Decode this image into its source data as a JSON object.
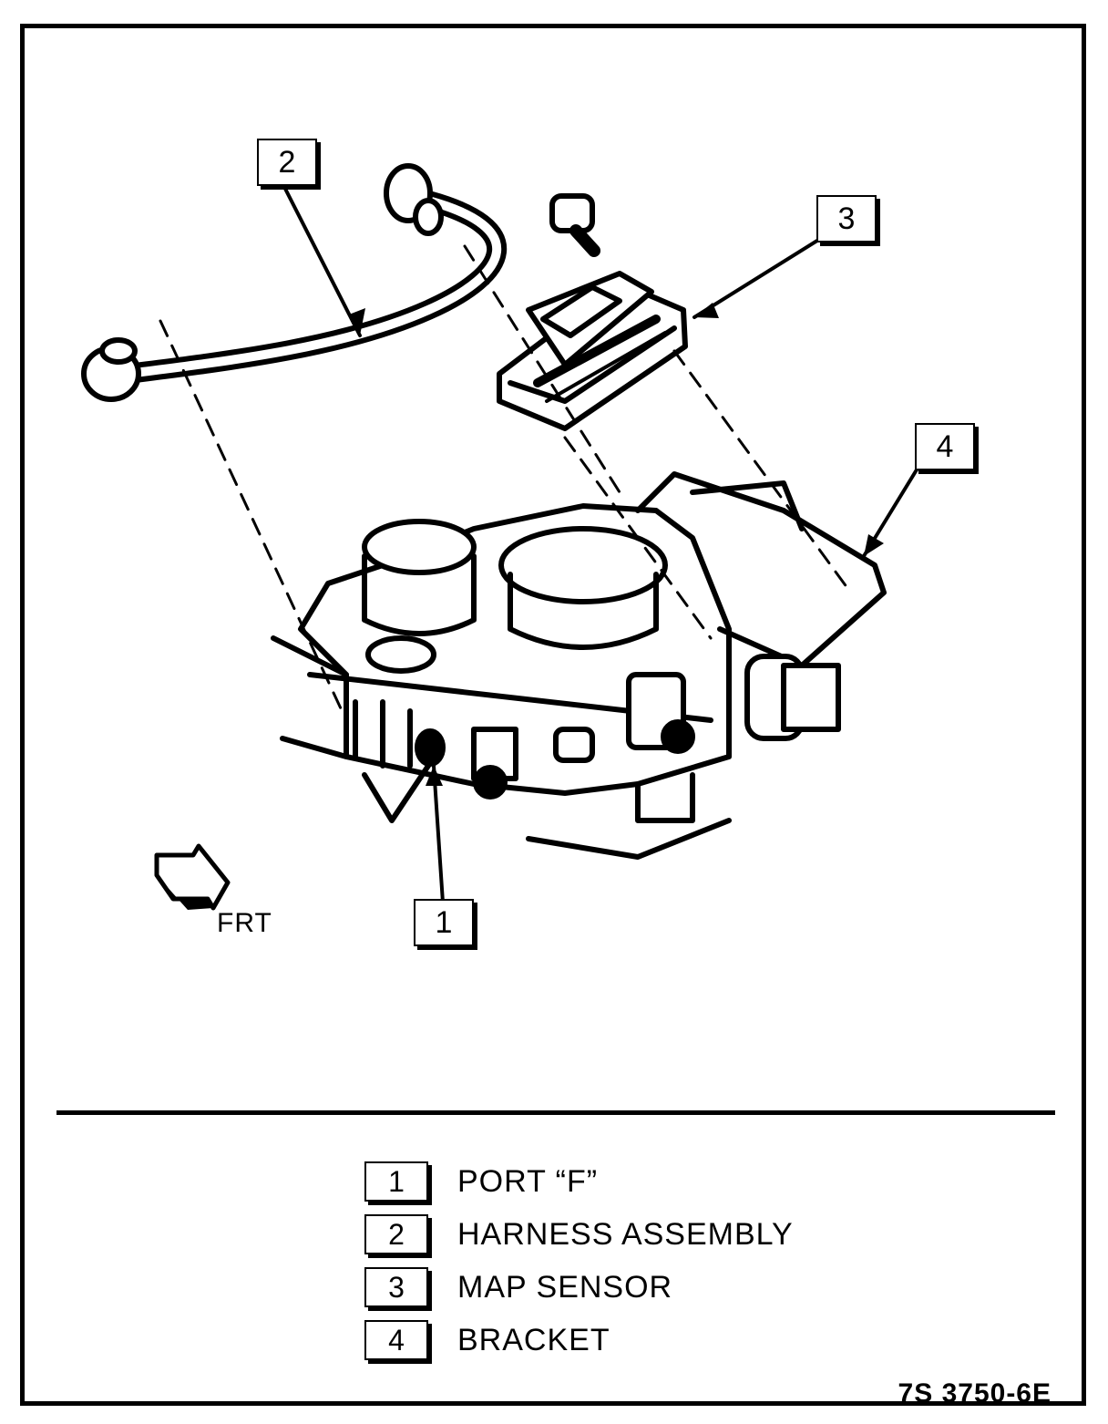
{
  "callouts": [
    {
      "number": "1"
    },
    {
      "number": "2"
    },
    {
      "number": "3"
    },
    {
      "number": "4"
    }
  ],
  "direction_label": "FRT",
  "legend": [
    {
      "number": "1",
      "label": "PORT “F”"
    },
    {
      "number": "2",
      "label": "HARNESS ASSEMBLY"
    },
    {
      "number": "3",
      "label": "MAP SENSOR"
    },
    {
      "number": "4",
      "label": "BRACKET"
    }
  ],
  "figure_id": "7S 3750-6E"
}
